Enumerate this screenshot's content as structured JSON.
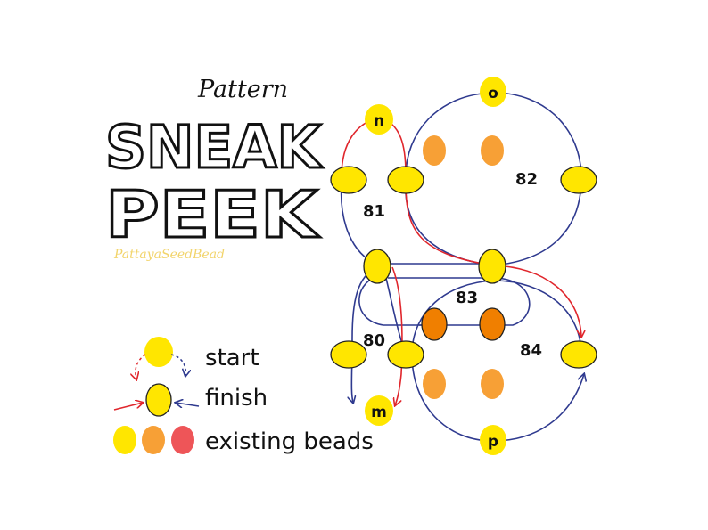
{
  "header": {
    "pattern": "Pattern",
    "word1": "SNEAK",
    "word2": "PEEK",
    "watermark": "PattayaSeedBead"
  },
  "nodes": {
    "n": "n",
    "o": "o",
    "m": "m",
    "p": "p"
  },
  "regions": {
    "r81": "81",
    "r82": "82",
    "r83": "83",
    "r80": "80",
    "r84": "84"
  },
  "legend": {
    "start": "start",
    "finish": "finish",
    "existing": "existing beads"
  },
  "colors": {
    "bead_yellow": "#ffe600",
    "bead_orange": "#f7a036",
    "bead_dark_orange": "#f07f00",
    "bead_red": "#ee5558",
    "thread_blue": "#2f3a8f",
    "thread_red": "#e0262c",
    "bead_outline": "#222222"
  }
}
